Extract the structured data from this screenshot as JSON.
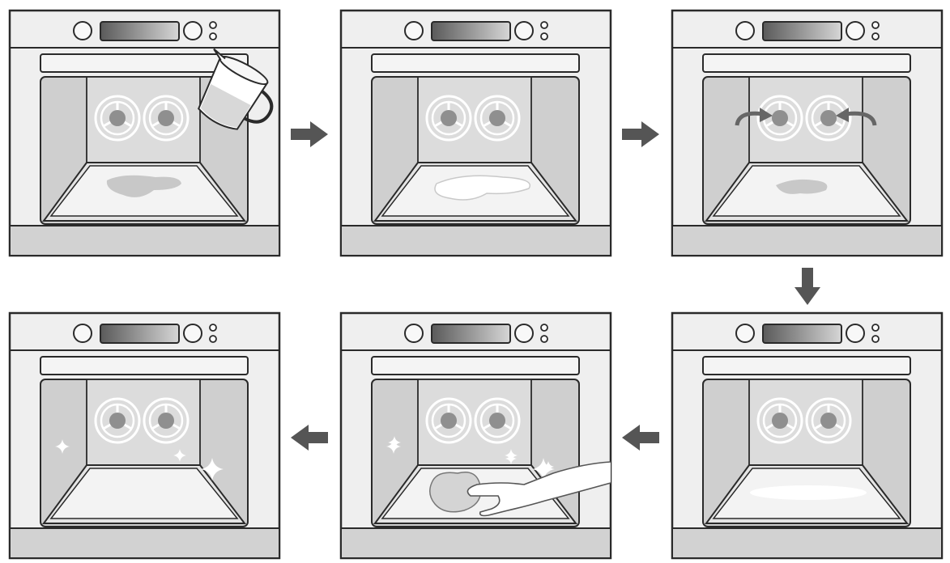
{
  "diagram": {
    "panels": [
      {
        "step": 1,
        "position": "row1-col1",
        "pitcher": true,
        "pool": "water",
        "fan_arrows": false,
        "hand_wipe": false,
        "sparkles": false
      },
      {
        "step": 2,
        "position": "row1-col2",
        "pitcher": false,
        "pool": "wide",
        "fan_arrows": false,
        "hand_wipe": false,
        "sparkles": false
      },
      {
        "step": 3,
        "position": "row1-col3",
        "pitcher": false,
        "pool": "small",
        "fan_arrows": true,
        "hand_wipe": false,
        "sparkles": false
      },
      {
        "step": 4,
        "position": "row2-col3",
        "pitcher": false,
        "pool": "steam",
        "fan_arrows": false,
        "hand_wipe": false,
        "sparkles": false
      },
      {
        "step": 5,
        "position": "row2-col2",
        "pitcher": false,
        "pool": "none",
        "fan_arrows": false,
        "hand_wipe": true,
        "sparkles": true
      },
      {
        "step": 6,
        "position": "row2-col1",
        "pitcher": false,
        "pool": "none",
        "fan_arrows": false,
        "hand_wipe": false,
        "sparkles": true
      }
    ],
    "flow_arrows": [
      {
        "from": 1,
        "to": 2,
        "direction": "right"
      },
      {
        "from": 2,
        "to": 3,
        "direction": "right"
      },
      {
        "from": 3,
        "to": 4,
        "direction": "down"
      },
      {
        "from": 4,
        "to": 5,
        "direction": "left"
      },
      {
        "from": 5,
        "to": 6,
        "direction": "left"
      }
    ],
    "icons": [
      "oven-icon",
      "fan-icon",
      "pitcher-icon",
      "hand-icon",
      "sparkle-icon",
      "arrow-icon"
    ]
  },
  "colors": {
    "outline": "#2a2a2a",
    "oven_face": "#efefef",
    "cavity_side": "#cfcfcf",
    "cavity_back": "#dcdcdc",
    "display_dark": "#5a5a5a",
    "display_light": "#d6d6d6",
    "base": "#d2d2d2",
    "arrow": "#555555",
    "water": "#c8c8c8"
  }
}
